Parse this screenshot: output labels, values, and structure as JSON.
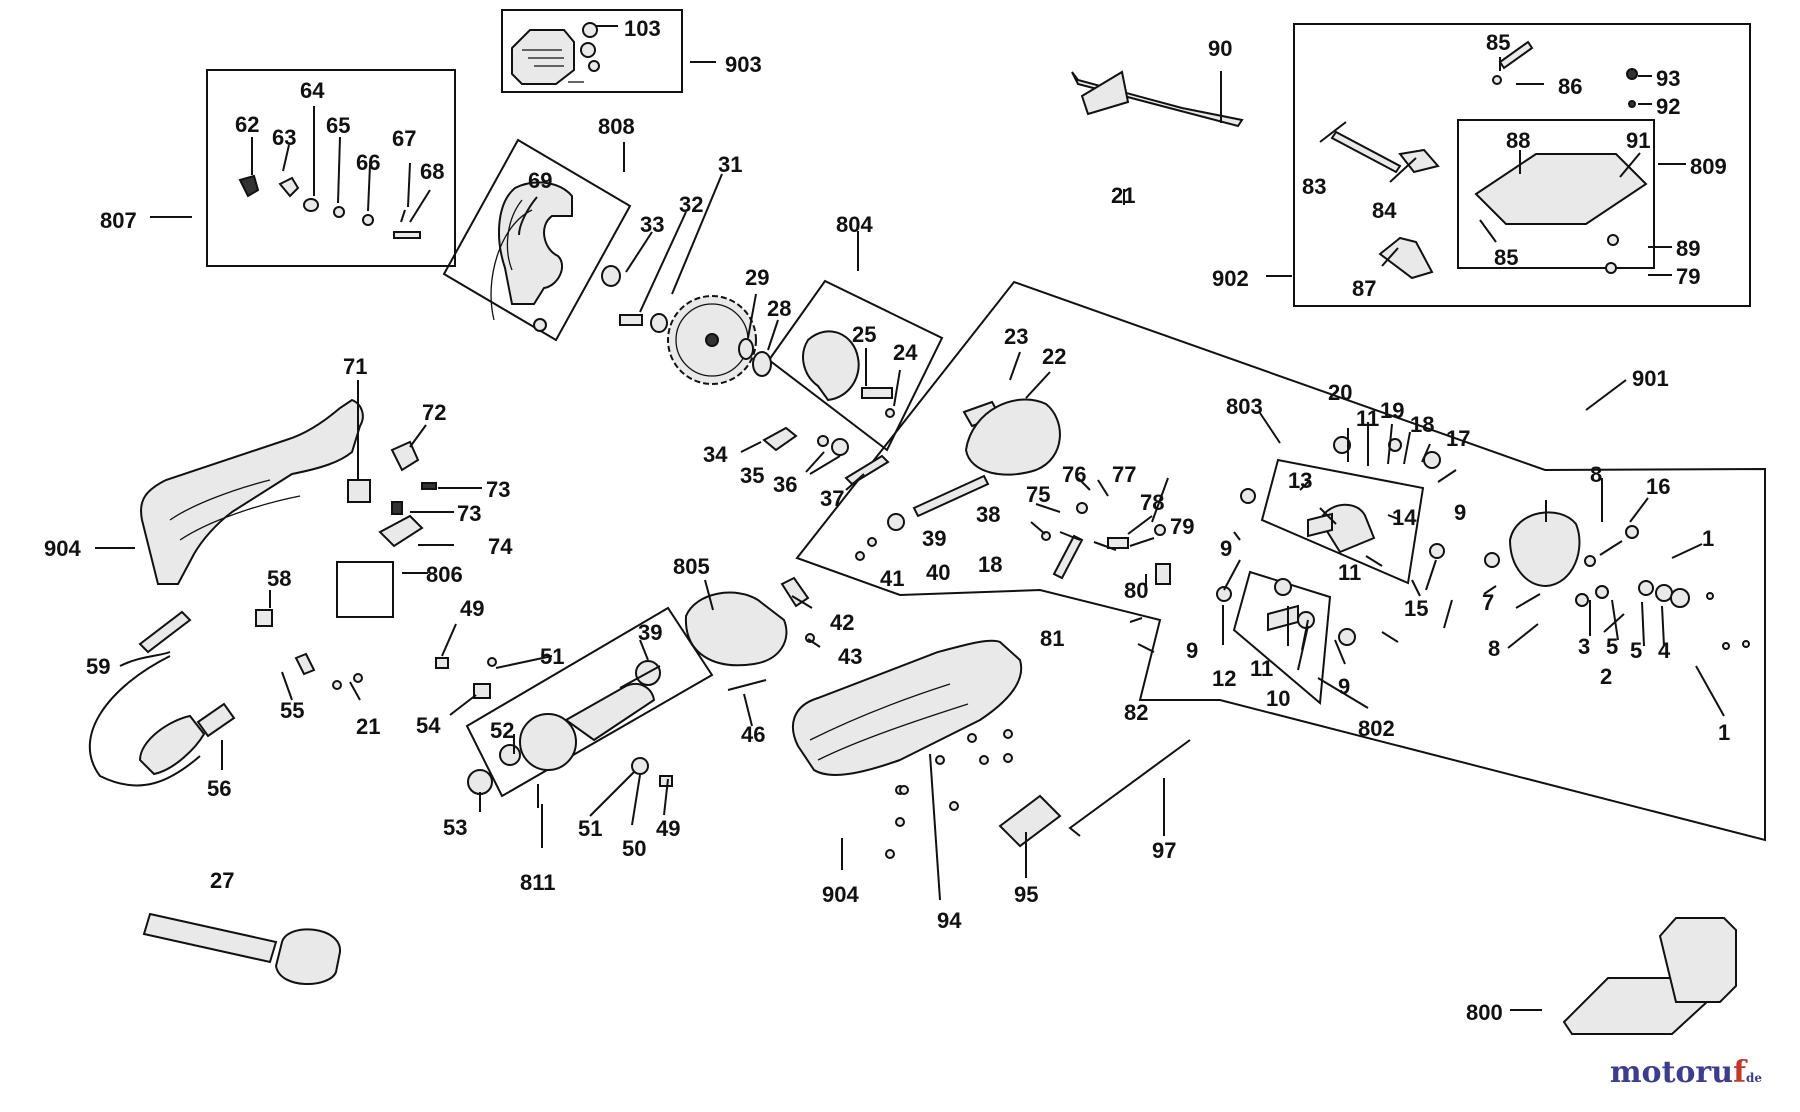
{
  "labels": {
    "l1a": "1",
    "l1b": "1",
    "l2": "2",
    "l3": "3",
    "l4": "4",
    "l5a": "5",
    "l5b": "5",
    "l7": "7",
    "l8a": "8",
    "l8b": "8",
    "l9a": "9",
    "l9b": "9",
    "l9c": "9",
    "l9d": "9",
    "l10": "10",
    "l11a": "11",
    "l11b": "11",
    "l11c": "11",
    "l12": "12",
    "l13": "13",
    "l14": "14",
    "l15": "15",
    "l16": "16",
    "l17": "17",
    "l18a": "18",
    "l18b": "18",
    "l19": "19",
    "l20": "20",
    "l21a": "21",
    "l21b": "21",
    "l22": "22",
    "l23": "23",
    "l24": "24",
    "l25": "25",
    "l27": "27",
    "l28": "28",
    "l29": "29",
    "l31": "31",
    "l32": "32",
    "l33": "33",
    "l34": "34",
    "l35": "35",
    "l36": "36",
    "l37": "37",
    "l38": "38",
    "l39a": "39",
    "l39b": "39",
    "l40": "40",
    "l41": "41",
    "l42": "42",
    "l43": "43",
    "l46": "46",
    "l49a": "49",
    "l49b": "49",
    "l50": "50",
    "l51a": "51",
    "l51b": "51",
    "l52": "52",
    "l53": "53",
    "l54": "54",
    "l55": "55",
    "l56": "56",
    "l58": "58",
    "l59": "59",
    "l62": "62",
    "l63": "63",
    "l64": "64",
    "l65": "65",
    "l66": "66",
    "l67": "67",
    "l68": "68",
    "l69": "69",
    "l71": "71",
    "l72": "72",
    "l73a": "73",
    "l73b": "73",
    "l74": "74",
    "l75": "75",
    "l76": "76",
    "l77": "77",
    "l78": "78",
    "l79a": "79",
    "l79b": "79",
    "l80": "80",
    "l81": "81",
    "l82": "82",
    "l83": "83",
    "l84": "84",
    "l85a": "85",
    "l85b": "85",
    "l86": "86",
    "l87": "87",
    "l88": "88",
    "l89": "89",
    "l90": "90",
    "l91": "91",
    "l92": "92",
    "l93": "93",
    "l94": "94",
    "l95": "95",
    "l97": "97",
    "l103": "103",
    "l800": "800",
    "l802": "802",
    "l803": "803",
    "l804": "804",
    "l805": "805",
    "l806": "806",
    "l807": "807",
    "l808": "808",
    "l809": "809",
    "l811": "811",
    "l901": "901",
    "l902": "902",
    "l903": "903",
    "l904a": "904",
    "l904b": "904"
  },
  "watermark": {
    "part1": "motoru",
    "part2": "f",
    "suffix": "de"
  }
}
